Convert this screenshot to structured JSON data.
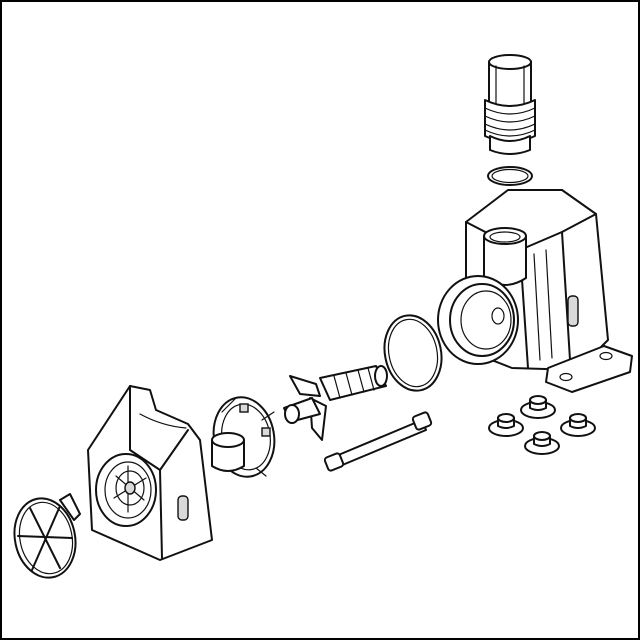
{
  "diagram": {
    "type": "exploded-view",
    "subject": "pump-assembly",
    "colors": {
      "line": "#111111",
      "background": "#ffffff",
      "shade": "#d9d9d9"
    },
    "parts": [
      "outlet-nozzle",
      "o-ring-small",
      "pump-housing",
      "o-ring-large",
      "impeller",
      "impeller-shaft",
      "impeller-cover",
      "front-housing",
      "intake-strainer",
      "suction-cups"
    ]
  }
}
